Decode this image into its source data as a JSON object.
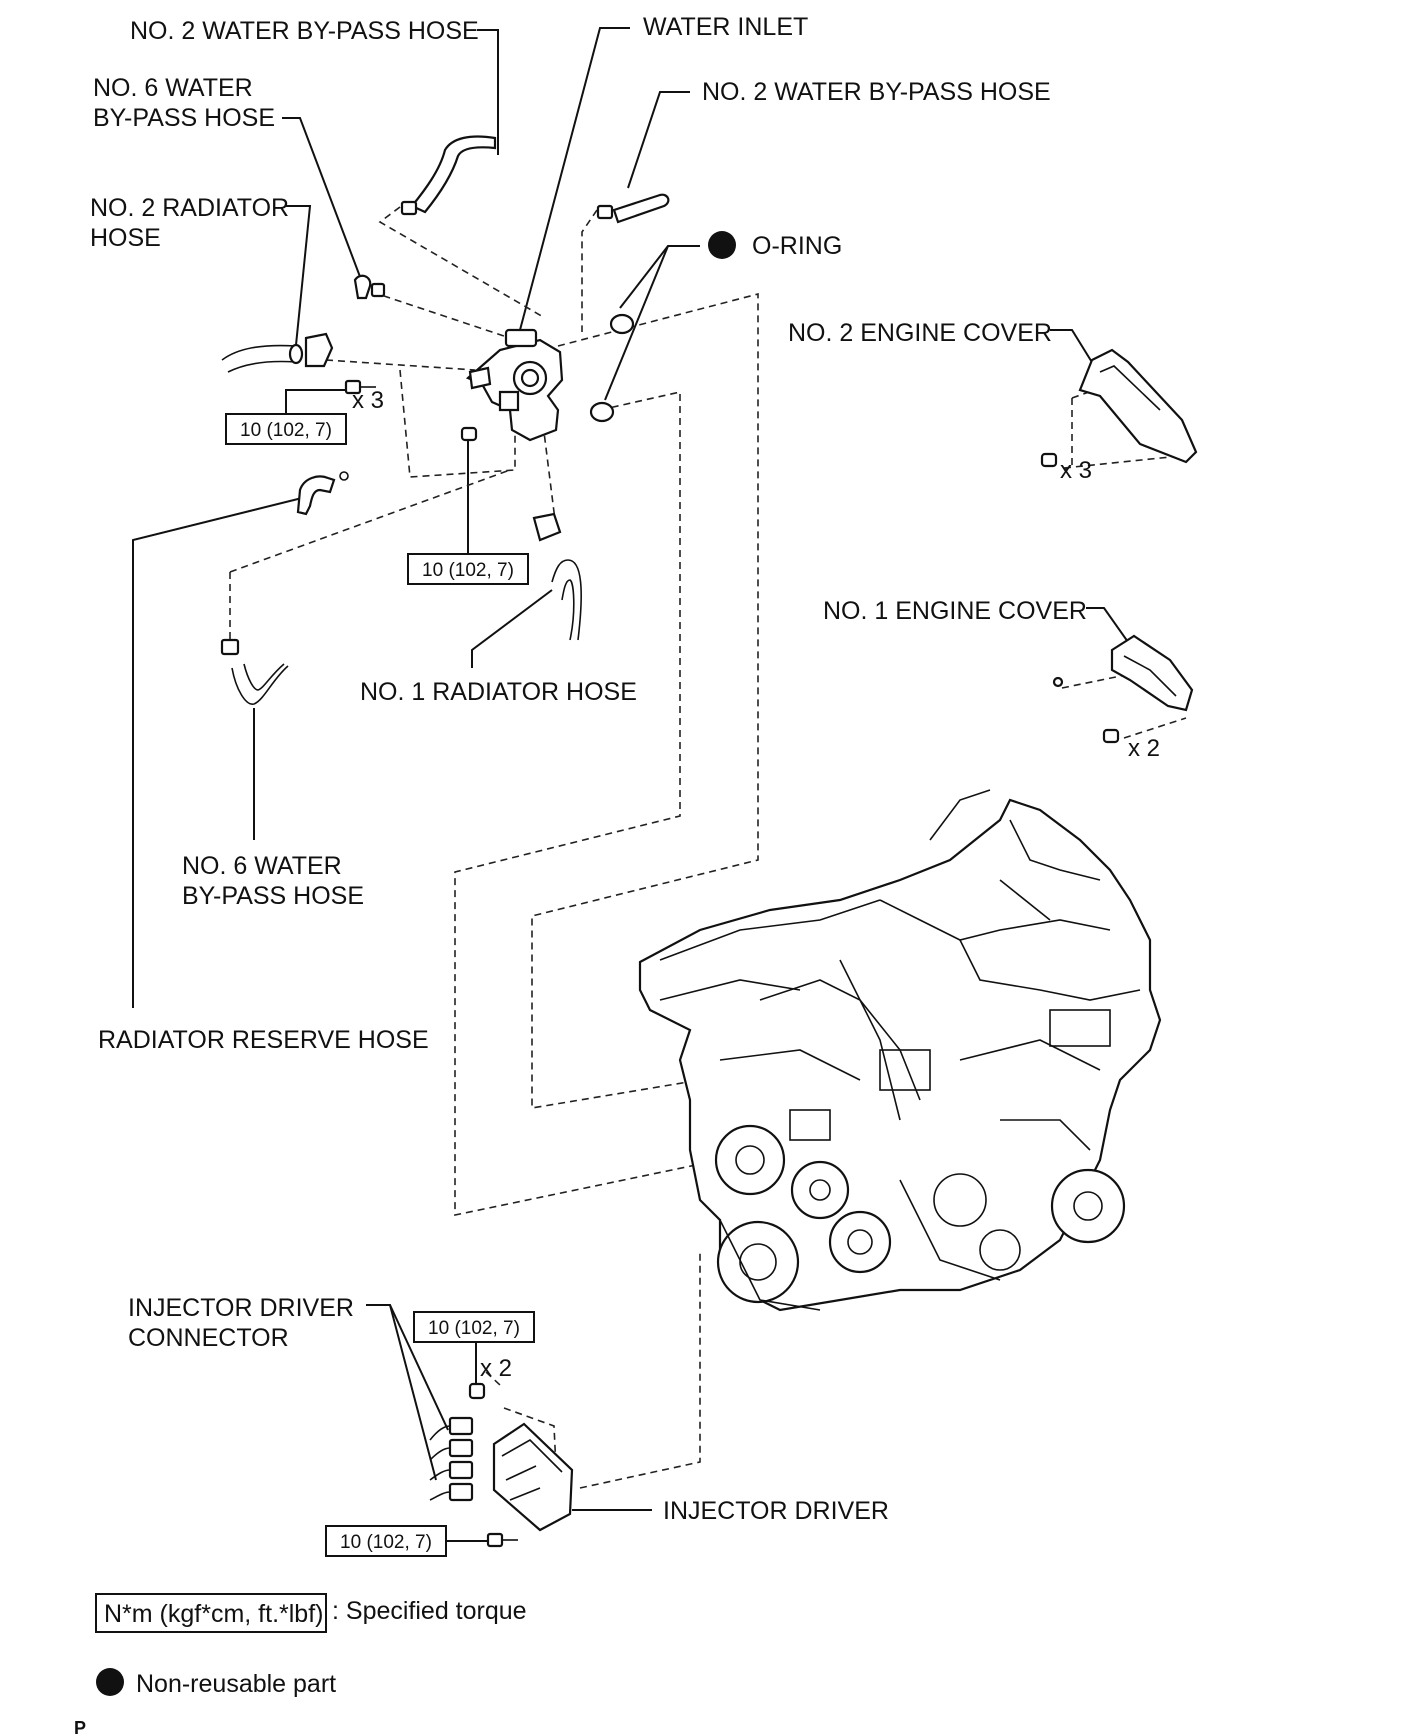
{
  "labels": {
    "no2_bypass_hose_top": "NO. 2 WATER BY-PASS HOSE",
    "water_inlet": "WATER INLET",
    "no2_bypass_hose_right": "NO. 2 WATER BY-PASS HOSE",
    "no6_bypass_hose_top_line1": "NO. 6 WATER",
    "no6_bypass_hose_top_line2": "BY-PASS HOSE",
    "no2_radiator_hose_line1": "NO. 2 RADIATOR",
    "no2_radiator_hose_line2": "HOSE",
    "o_ring": "O-RING",
    "no2_engine_cover": "NO. 2 ENGINE COVER",
    "no1_engine_cover": "NO. 1 ENGINE COVER",
    "no1_radiator_hose": "NO. 1 RADIATOR HOSE",
    "no6_bypass_hose_bottom_line1": "NO. 6 WATER",
    "no6_bypass_hose_bottom_line2": "BY-PASS HOSE",
    "radiator_reserve_hose": "RADIATOR RESERVE HOSE",
    "injector_driver_connector_line1": "INJECTOR DRIVER",
    "injector_driver_connector_line2": "CONNECTOR",
    "injector_driver": "INJECTOR DRIVER"
  },
  "torque": {
    "water_inlet_bolts": "10 (102, 7)",
    "water_inlet_nut": "10 (102, 7)",
    "injector_driver_nuts": "10 (102, 7)",
    "injector_driver_bolt": "10 (102, 7)"
  },
  "quantities": {
    "water_inlet_bolts": "x 3",
    "no2_engine_cover_nuts": "x 3",
    "no1_engine_cover_nuts": "x 2",
    "injector_driver_nuts": "x 2"
  },
  "legend": {
    "torque_unit": "N*m (kgf*cm, ft.*lbf)",
    "torque_desc": ": Specified torque",
    "nonreusable_desc": "Non-reusable part"
  },
  "footer": {
    "code": "P"
  }
}
